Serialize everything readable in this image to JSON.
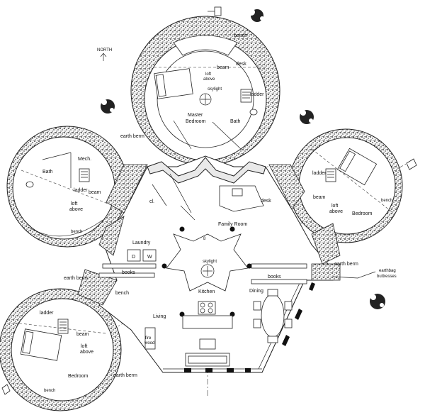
{
  "compass": {
    "label": "NORTH"
  },
  "labels": {
    "beam_master": "beam",
    "loft_master": "loft",
    "above_master": "above",
    "skylight_top": "skylight",
    "desk_top": "desk",
    "bench_top": "bench",
    "ladder_top": "ladder",
    "master_1": "Master",
    "master_2": "Bedroom",
    "bath_master": "Bath",
    "earth_berm_1": "earth  berm",
    "bath_left": "Bath",
    "mech": "Mech.",
    "ladder_left": "ladder",
    "beam_left": "beam",
    "loft_left": "loft",
    "above_left": "above",
    "bench_left": "bench",
    "closet": "cl.",
    "family_room": "Family Room",
    "desk_mid": "desk",
    "ladder_right": "ladder",
    "beam_right": "beam",
    "loft_right": "loft",
    "above_right": "above",
    "bedroom_right": "Bedroom",
    "bench_right": "bench",
    "laundry": "Laundry",
    "d": "D",
    "w": "W",
    "books_left": "books",
    "skylight_mid": "skylight",
    "books_right": "books",
    "earth_berm_2": "earth  berm",
    "earth_berm_3": "earth  berm",
    "earthbag_1": "earthbag",
    "earthbag_2": "buttresses",
    "bench_mid": "bench",
    "kitchen": "Kitchen",
    "dining": "Dining",
    "living": "Living",
    "ladder_bl": "ladder",
    "beam_bl": "beam",
    "loft_bl": "loft",
    "above_bl": "above",
    "fire_1": "fire",
    "fire_2": "wood",
    "bedroom_bl": "Bedroom",
    "bench_bl": "bench",
    "earth_berm_4": "earth  berm",
    "dim_8": "8"
  }
}
